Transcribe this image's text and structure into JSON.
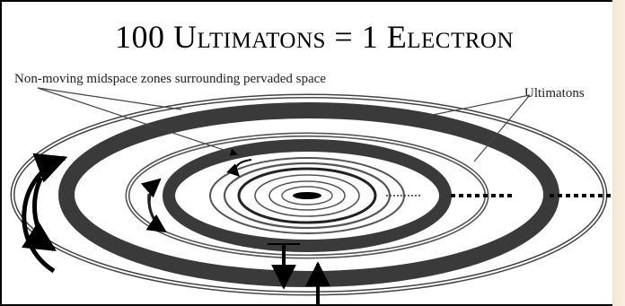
{
  "diagram": {
    "title_number_left": "100",
    "title_word_left": "Ultimatons",
    "title_equals": "=",
    "title_number_right": "1",
    "title_word_right": "Electron",
    "label_midspace": "Non-moving midspace zones surrounding pervaded space",
    "label_ultimatons": "Ultimatons"
  },
  "colors": {
    "ink": "#000000",
    "band": "#3a3a3a",
    "ring": "#555555",
    "page_edge": "#f4e6d4"
  },
  "icons": [
    "curved-arrow-icon",
    "down-arrow-icon",
    "up-arrow-icon"
  ]
}
